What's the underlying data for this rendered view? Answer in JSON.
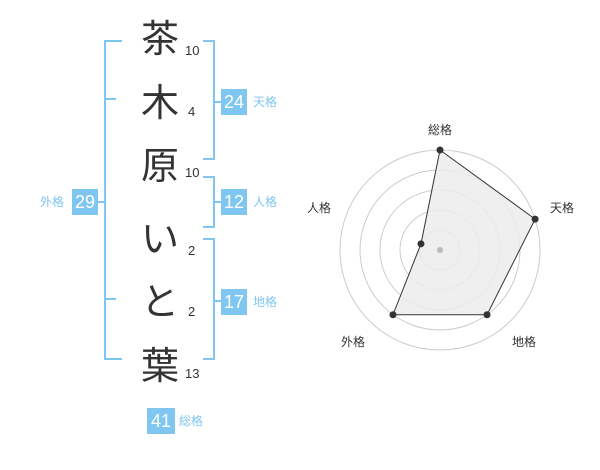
{
  "name_chars": [
    {
      "char": "茶",
      "strokes": "10"
    },
    {
      "char": "木",
      "strokes": "4"
    },
    {
      "char": "原",
      "strokes": "10"
    },
    {
      "char": "い",
      "strokes": "2"
    },
    {
      "char": "と",
      "strokes": "2"
    },
    {
      "char": "葉",
      "strokes": "13"
    }
  ],
  "kaku": {
    "tenkaku": {
      "value": "24",
      "label": "天格"
    },
    "jinkaku": {
      "value": "12",
      "label": "人格"
    },
    "chikaku": {
      "value": "17",
      "label": "地格"
    },
    "gaikaku": {
      "value": "29",
      "label": "外格"
    },
    "soukaku": {
      "value": "41",
      "label": "総格"
    }
  },
  "colors": {
    "accent": "#7fc6f0",
    "text": "#333333",
    "grid": "#cccccc",
    "fill": "#ececec"
  },
  "chart_data": {
    "type": "radar",
    "axes": [
      "総格",
      "天格",
      "地格",
      "外格",
      "人格"
    ],
    "levels": 5,
    "values": [
      5,
      5,
      4,
      4,
      1
    ],
    "max": 5
  }
}
